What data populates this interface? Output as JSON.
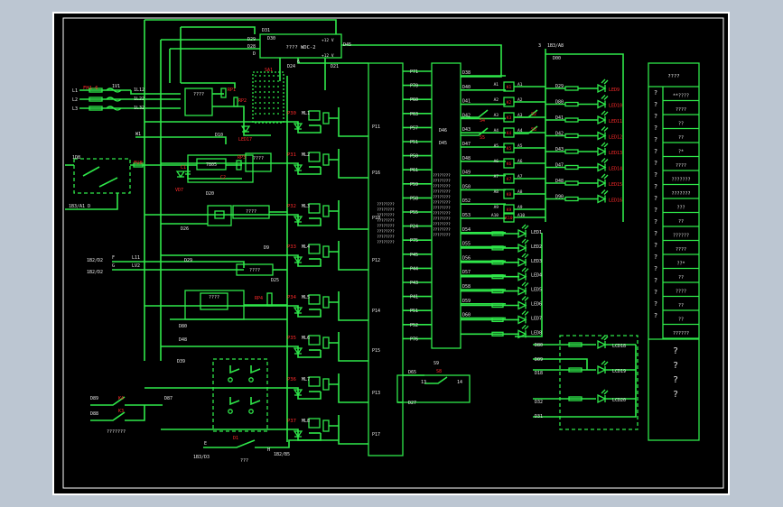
{
  "colors": {
    "background": "#000000",
    "wire": "#2fe84a",
    "label": "#e8e8e8",
    "accent": "#ff2a2a",
    "border": "#ffffff"
  },
  "top_block": {
    "title": "???? WDC-2",
    "left_pins": [
      "D29",
      "D28",
      "D"
    ],
    "right_pins": [
      "D45",
      "+12 V",
      "+12 V"
    ],
    "bottom_pins": [
      "D24",
      "6",
      "D21"
    ],
    "top_pins": [
      "D31",
      "D30"
    ]
  },
  "inputs": {
    "mains_fuse": "FH1-6",
    "phase_labels": [
      "L1",
      "L2",
      "L3"
    ],
    "terminal_labels": [
      "1V1",
      "1L12",
      "1L22",
      "1L32",
      "W1"
    ],
    "door_block_label": "1D8",
    "door_fuse": "FU8",
    "door_ref": "1B3/A1 D",
    "aux_refs": [
      "1B2/D2",
      "1B2/D2"
    ],
    "aux_letters": [
      "F",
      "G"
    ],
    "aux_lines": [
      "L11",
      "LV2"
    ],
    "aux_nodes": [
      "D29",
      "D9"
    ],
    "bottom_left_nodes": [
      "D89",
      "D88"
    ],
    "bottom_left_switches": [
      "K4",
      "K3"
    ],
    "bottom_left_caption": "???????",
    "bottom_left_out": "D87"
  },
  "middle_parts": {
    "rp_labels": [
      "RP1",
      "RP2",
      "RP3",
      "RP4"
    ],
    "chip_labels": [
      "????",
      "7805",
      "????",
      "????",
      "????"
    ],
    "cap_labels": [
      "C1",
      "C2"
    ],
    "vd_labels": [
      "VD1",
      "VD7",
      "LED17"
    ],
    "sa_label": "SA1",
    "node_labels": [
      "D10",
      "D20",
      "D26",
      "D25",
      "D80",
      "D48",
      "D39",
      "D41",
      "D32"
    ],
    "opto_red": [
      "P30",
      "P31",
      "P32",
      "P33",
      "P34",
      "P35",
      "P36",
      "P37"
    ],
    "opto_white": [
      "ML1",
      "ML2",
      "ML3",
      "ML4",
      "ML5",
      "ML6",
      "ML7",
      "ML8"
    ],
    "pi_labels": [
      "P11",
      "P16",
      "P10",
      "P12",
      "P14",
      "P15",
      "P13",
      "P17"
    ],
    "bottom_switch_label": "D1",
    "bottom_caption": "???",
    "bottom_ref_left": "1B3/D3",
    "bottom_ref_right": "1B2/B5",
    "bottom_letters": [
      "E",
      "H"
    ]
  },
  "bus_a": {
    "pins": [
      "P71",
      "P70",
      "P60",
      "P63",
      "P57",
      "P51",
      "P50",
      "P61",
      "P59",
      "P58",
      "P55",
      "P24",
      "P75",
      "P45",
      "P44",
      "P43",
      "P41",
      "P51",
      "P52",
      "P76"
    ]
  },
  "bus_b": {
    "left_pins": [
      "D46",
      "D45"
    ],
    "vertical_text": "????????",
    "right_pins": [
      "D38",
      "D40",
      "D41",
      "D42",
      "D43",
      "D47",
      "D48",
      "D49",
      "D50",
      "D52",
      "D53",
      "D54",
      "D55",
      "D56",
      "D57",
      "D58",
      "D59",
      "D60"
    ]
  },
  "right_side": {
    "top_ref": "1B3/A8",
    "top_num": "3",
    "top_node": "D00",
    "relays": [
      "K1",
      "K2",
      "K3",
      "K4",
      "K5",
      "K6",
      "K7",
      "K8",
      "K9",
      "K10"
    ],
    "a_labels": [
      "A1",
      "A2",
      "A3",
      "A4",
      "A5",
      "A6",
      "A7",
      "A8",
      "A9",
      "A10"
    ],
    "switches_red": [
      "S4",
      "S5",
      "S2",
      "S3"
    ],
    "led_nodes": [
      "D29",
      "D80",
      "D41",
      "D42",
      "D43",
      "D47",
      "D48",
      "D90"
    ],
    "leds_red": [
      "LED9",
      "LED10",
      "LED11",
      "LED12",
      "LED13",
      "LED14",
      "LED15",
      "LED16"
    ],
    "leds_white": [
      "LED1",
      "LED2",
      "LED3",
      "LED4",
      "LED5",
      "LED6",
      "LED7",
      "LED8"
    ],
    "small_leds": [
      "LCD18",
      "LCD19",
      "LCD20"
    ],
    "small_nodes": [
      "D80",
      "D09",
      "D18",
      "D32",
      "D31"
    ],
    "bottom_switch": "S8",
    "bottom_switch_num": "S9",
    "bottom_nodes": [
      "D65",
      "D27"
    ],
    "bottom_nums": [
      "13",
      "14"
    ]
  },
  "legend": {
    "header": "????",
    "rows": [
      "**????",
      "????",
      "??",
      "??",
      "?*",
      "????",
      "???????",
      "???????",
      "???",
      "??",
      "??????",
      "????",
      "??*",
      "??",
      "????",
      "??",
      "??",
      "??????"
    ],
    "footer": [
      "?",
      "?",
      "?",
      "?"
    ]
  }
}
